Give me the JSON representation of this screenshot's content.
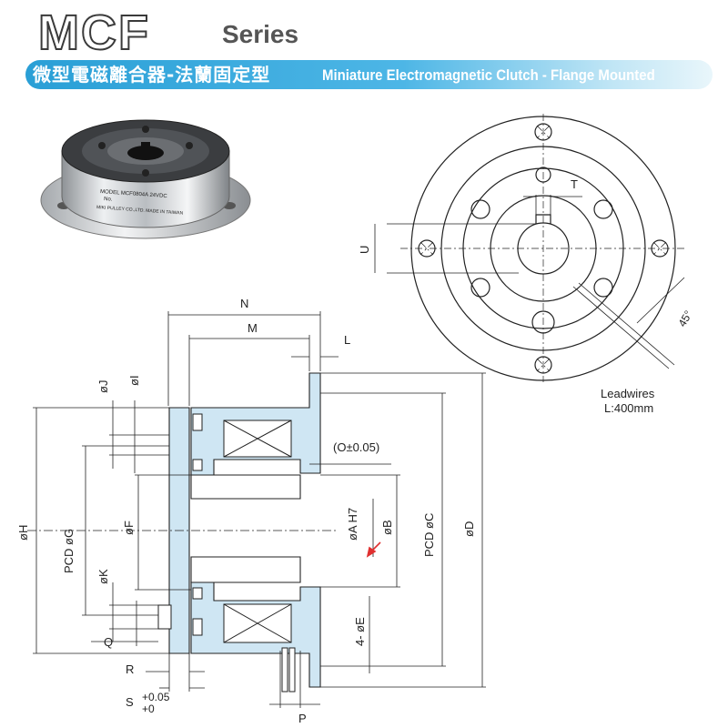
{
  "header": {
    "title": "MCF",
    "subtitle": "Series",
    "banner_cn": "微型電磁離合器-法蘭固定型",
    "banner_en": "Miniature Electromagnetic Clutch - Flange Mounted"
  },
  "front_view": {
    "label_T": "T",
    "label_U": "U",
    "label_angle": "45°",
    "leadwires": "Leadwires",
    "leadwire_length": "L:400mm"
  },
  "section_view": {
    "N": "N",
    "M": "M",
    "L": "L",
    "J": "øJ",
    "I": "øI",
    "H": "øH",
    "G": "PCD øG",
    "F": "øF",
    "K": "øK",
    "Q": "Q",
    "R": "R",
    "S": "S",
    "S_tol_upper": "+0.05",
    "S_tol_lower": "+0",
    "O": "(O±0.05)",
    "A": "øA H7",
    "B": "øB",
    "C": "PCD øC",
    "D": "øD",
    "E": "4- øE",
    "P": "P"
  },
  "colors": {
    "accent_blue": "#2a9fd6",
    "part_fill": "#cfe6f3",
    "line": "#222222",
    "arrow_red": "#e03030"
  },
  "photo": {
    "nameplate_line1": "MODEL MCF0804A 24VDC",
    "nameplate_line2": "No.",
    "nameplate_line3": "MIKI PULLEY CO.,LTD. MADE IN TAIWAN"
  }
}
